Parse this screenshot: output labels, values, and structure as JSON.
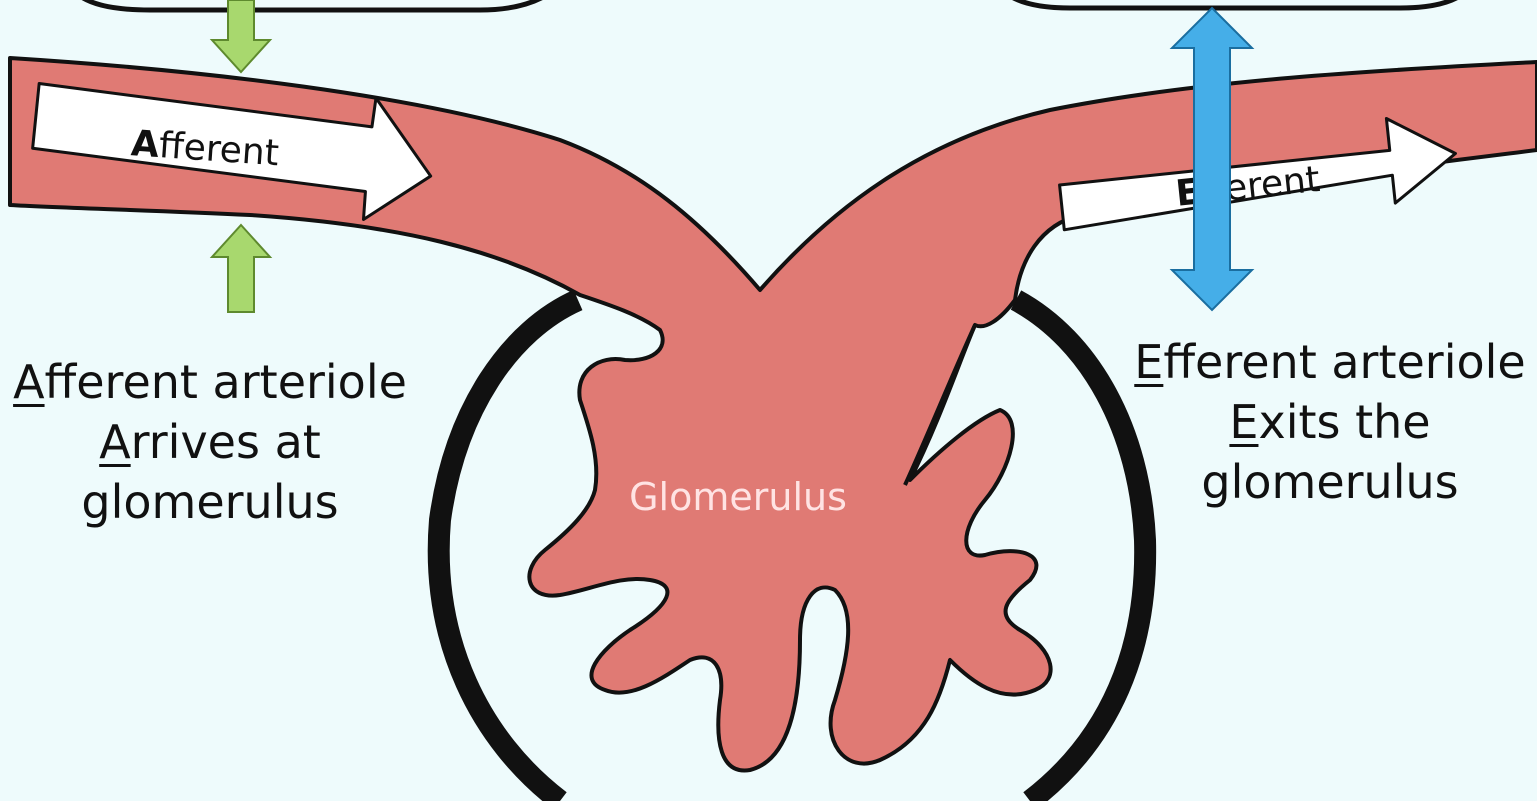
{
  "colors": {
    "background": "#eefbfc",
    "vessel": "#e07a74",
    "outline": "#111111",
    "afferent_marker": "#a8d86e",
    "efferent_marker": "#45aee8",
    "glomerulus_label": "#ffe3e3"
  },
  "icons": {
    "left_markers": "green-arrow-icon",
    "right_marker": "blue-double-arrow-icon",
    "flow_arrows": "white-flow-arrow-icon"
  },
  "afferent_arrow": {
    "first": "A",
    "rest": "fferent"
  },
  "efferent_arrow": {
    "first": "E",
    "rest": "fferent"
  },
  "glomerulus_label": "Glomerulus",
  "left_caption": {
    "line1_first": "A",
    "line1_rest": "fferent arteriole",
    "line2_first": "A",
    "line2_rest": "rrives at",
    "line3": "glomerulus"
  },
  "right_caption": {
    "line1_first": "E",
    "line1_rest": "fferent arteriole",
    "line2_first": "E",
    "line2_rest": "xits the",
    "line3": "glomerulus"
  }
}
